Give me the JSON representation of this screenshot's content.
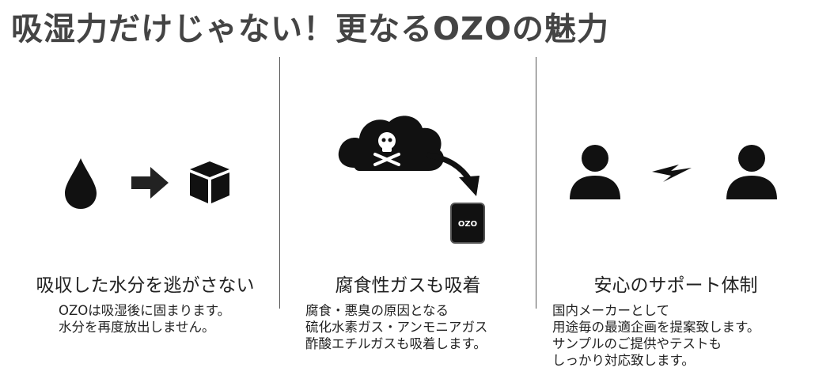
{
  "title": "吸湿力だけじゃない！更なるOZOの魅力",
  "features": [
    {
      "heading": "吸収した水分を逃がさない",
      "lines": [
        "OZOは吸湿後に固まります。",
        "水分を再度放出しません。"
      ],
      "icons": [
        "water-drop-icon",
        "arrow-right-icon",
        "cube-icon"
      ]
    },
    {
      "heading": "腐食性ガスも吸着",
      "lines": [
        "腐食・悪臭の原因となる",
        "硫化水素ガス・アンモニアガス",
        "酢酸エチルガスも吸着します。"
      ],
      "icons": [
        "toxic-cloud-icon",
        "curved-arrow-icon",
        "ozo-product-icon"
      ],
      "product_label": "OZO"
    },
    {
      "heading": "安心のサポート体制",
      "lines": [
        "国内メーカーとして",
        "用途毎の最適企画を提案致します。",
        "サンプルのご提供やテストも",
        "しっかり対応致します。"
      ],
      "icons": [
        "person-icon",
        "lightning-icon",
        "person-icon"
      ]
    }
  ],
  "colors": {
    "icon": "#111111",
    "title": "#444444",
    "divider": "#555555"
  }
}
